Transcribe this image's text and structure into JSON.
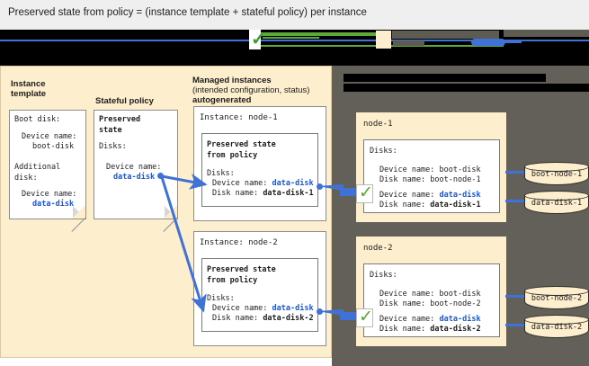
{
  "caption": "Preserved state from policy = (instance template + stateful policy) per instance",
  "columns": {
    "instance_template": {
      "heading": "Instance\ntemplate",
      "card": [
        "Boot disk:",
        "",
        "  Device name:",
        "    boot-disk",
        "",
        "Additional",
        "disk:",
        "",
        "  Device name:",
        "    data-disk"
      ],
      "boot_label": "Boot disk:",
      "boot_device_label": "Device name:",
      "boot_device_value": "boot-disk",
      "additional_label": "Additional\ndisk:",
      "additional_device_label": "Device name:",
      "additional_device_value": "data-disk"
    },
    "stateful_policy": {
      "heading": "Stateful policy",
      "title": "Preserved\nstate",
      "disks_label": "Disks:",
      "device_label": "Device name:",
      "device_value": "data-disk"
    },
    "managed_instances": {
      "heading_line1": "Managed instances",
      "heading_line2": "(intended configuration, status)",
      "heading_line3": "autogenerated",
      "instances": [
        {
          "title": "Instance: node-1",
          "state_title": "Preserved state\nfrom policy",
          "disks_label": "Disks:",
          "device_label": "Device name:",
          "device_value": "data-disk",
          "disk_label": "Disk name:",
          "disk_value": "data-disk-1"
        },
        {
          "title": "Instance: node-2",
          "state_title": "Preserved state\nfrom policy",
          "disks_label": "Disks:",
          "device_label": "Device name:",
          "device_value": "data-disk",
          "disk_label": "Disk name:",
          "disk_value": "data-disk-2"
        }
      ]
    },
    "runtime": {
      "nodes": [
        {
          "title": "node-1",
          "disks_label": "Disks:",
          "boot_device_label": "Device name: boot-disk",
          "boot_disk_label": "Disk name: boot-node-1",
          "data_device_prefix": "Device name: ",
          "data_device_value": "data-disk",
          "data_disk_prefix": "Disk name: ",
          "data_disk_value": "data-disk-1",
          "cylinders": [
            "boot-node-1",
            "data-disk-1"
          ]
        },
        {
          "title": "node-2",
          "disks_label": "Disks:",
          "boot_device_label": "Device name: boot-disk",
          "boot_disk_label": "Disk name: boot-node-2",
          "data_device_prefix": "Device name: ",
          "data_device_value": "data-disk",
          "data_disk_prefix": "Disk name: ",
          "data_disk_value": "data-disk-2",
          "cylinders": [
            "boot-node-2",
            "data-disk-2"
          ]
        }
      ]
    }
  },
  "colors": {
    "accent_blue": "#1a56d6",
    "link_blue": "#3f72d7",
    "panel_beige": "#fdeecd",
    "panel_gray": "#63605a",
    "check_green": "#5aa52f",
    "caption_bg": "#efefef"
  }
}
